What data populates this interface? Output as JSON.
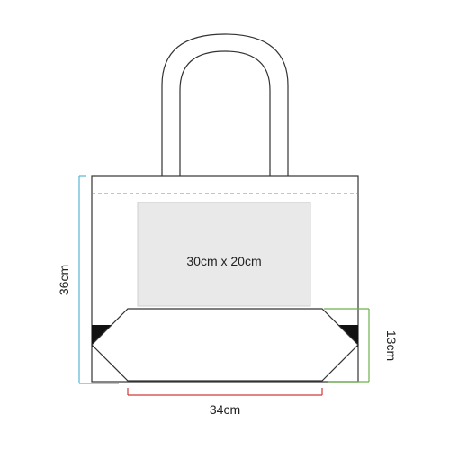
{
  "print_area": {
    "label": "30cm x 20cm",
    "fill": "#e9e9e9",
    "stroke": "#cfcfcf"
  },
  "dimensions": {
    "height": {
      "label": "36cm",
      "color": "#5ab4d6"
    },
    "width": {
      "label": "34cm",
      "color": "#d03a3a"
    },
    "gusset": {
      "label": "13cm",
      "color": "#6ab04c"
    }
  },
  "colors": {
    "outline": "#333333",
    "corner_fill": "#111111",
    "fold_line": "#888888"
  }
}
